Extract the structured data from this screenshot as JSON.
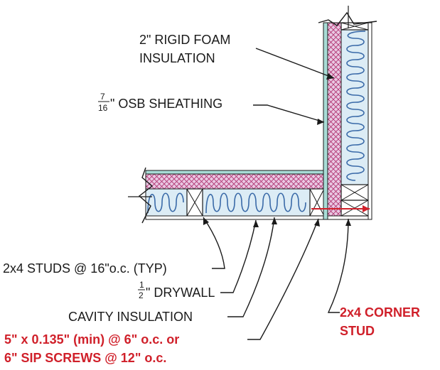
{
  "labels": {
    "rigid_foam_line1": "2\" RIGID FOAM",
    "rigid_foam_line2": "INSULATION",
    "osb_frac_num": "7",
    "osb_frac_den": "16",
    "osb_text": "\" OSB SHEATHING",
    "studs": "2x4 STUDS @ 16\"o.c. (TYP)",
    "drywall_frac_num": "1",
    "drywall_frac_den": "2",
    "drywall_text": "\" DRYWALL",
    "cavity": "CAVITY INSULATION",
    "fastener_line1": "5\" x 0.135\" (min) @ 6\" o.c. or",
    "fastener_line2": "6\" SIP SCREWS @ 12\" o.c.",
    "corner_line1": "2x4 CORNER",
    "corner_line2": "STUD"
  },
  "colors": {
    "foam": "#e9c9e3",
    "foam_hatch": "#b0306e",
    "sheathing": "#a8dcd6",
    "insulation": "#dcecf5",
    "insulation_wave": "#3a6aa8",
    "label_red": "#d0202a"
  }
}
